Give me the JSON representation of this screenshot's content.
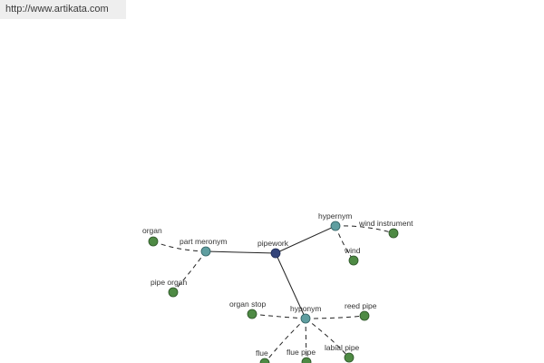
{
  "header": {
    "source_url": "http://www.artikata.com"
  },
  "colors": {
    "center_node": "#33447a",
    "relation_node": "#5f9ea0",
    "word_node": "#4e8a44",
    "edge": "#222222"
  },
  "graph": {
    "center": "pipework",
    "relations": [
      "part meronym",
      "hypernym",
      "hyponym"
    ],
    "part_meronym": [
      "organ",
      "pipe organ"
    ],
    "hypernym": [
      "wind instrument",
      "wind"
    ],
    "hyponym": [
      "organ stop",
      "reed pipe",
      "flue",
      "flue pipe",
      "labial pipe"
    ]
  }
}
